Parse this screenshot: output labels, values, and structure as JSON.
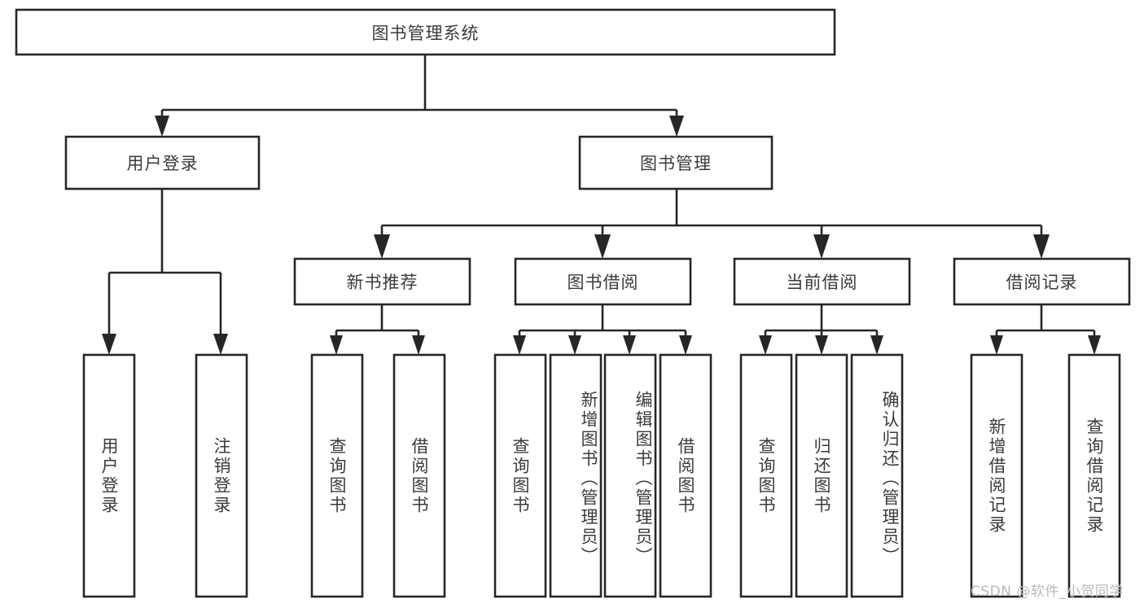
{
  "diagram": {
    "type": "tree",
    "title": "图书管理系统",
    "root": {
      "id": "root",
      "label": "图书管理系统",
      "orientation": "horizontal"
    },
    "level2": [
      {
        "id": "user-login",
        "label": "用户登录",
        "orientation": "horizontal"
      },
      {
        "id": "book-management",
        "label": "图书管理",
        "orientation": "horizontal"
      }
    ],
    "level3": [
      {
        "id": "new-book-recommend",
        "label": "新书推荐",
        "parent": "book-management",
        "orientation": "horizontal"
      },
      {
        "id": "book-borrow",
        "label": "图书借阅",
        "parent": "book-management",
        "orientation": "horizontal"
      },
      {
        "id": "current-borrow",
        "label": "当前借阅",
        "parent": "book-management",
        "orientation": "horizontal"
      },
      {
        "id": "borrow-record",
        "label": "借阅记录",
        "parent": "book-management",
        "orientation": "horizontal"
      }
    ],
    "leaves": [
      {
        "id": "leaf-user-login",
        "label": "用户登录",
        "parent": "user-login",
        "orientation": "vertical",
        "align": "center"
      },
      {
        "id": "leaf-logout-login",
        "label": "注销登录",
        "parent": "user-login",
        "orientation": "vertical",
        "align": "center"
      },
      {
        "id": "leaf-query-book-1",
        "label": "查询图书",
        "parent": "new-book-recommend",
        "orientation": "vertical",
        "align": "center"
      },
      {
        "id": "leaf-borrow-book-1",
        "label": "借阅图书",
        "parent": "new-book-recommend",
        "orientation": "vertical",
        "align": "center"
      },
      {
        "id": "leaf-query-book-2",
        "label": "查询图书",
        "parent": "book-borrow",
        "orientation": "vertical",
        "align": "center"
      },
      {
        "id": "leaf-add-book",
        "label": "新增图书（管理员）",
        "parent": "book-borrow",
        "orientation": "vertical",
        "align": "top"
      },
      {
        "id": "leaf-edit-book",
        "label": "编辑图书（管理员）",
        "parent": "book-borrow",
        "orientation": "vertical",
        "align": "top"
      },
      {
        "id": "leaf-borrow-book-2",
        "label": "借阅图书",
        "parent": "book-borrow",
        "orientation": "vertical",
        "align": "center"
      },
      {
        "id": "leaf-query-book-3",
        "label": "查询图书",
        "parent": "current-borrow",
        "orientation": "vertical",
        "align": "center"
      },
      {
        "id": "leaf-return-book",
        "label": "归还图书",
        "parent": "current-borrow",
        "orientation": "vertical",
        "align": "center"
      },
      {
        "id": "leaf-confirm-return",
        "label": "确认归还（管理员）",
        "parent": "current-borrow",
        "orientation": "vertical",
        "align": "top"
      },
      {
        "id": "leaf-add-record",
        "label": "新增借阅记录",
        "parent": "borrow-record",
        "orientation": "vertical",
        "align": "center"
      },
      {
        "id": "leaf-query-record",
        "label": "查询借阅记录",
        "parent": "borrow-record",
        "orientation": "vertical",
        "align": "center"
      }
    ],
    "colors": {
      "stroke": "#262626",
      "box_fill": "#ffffff",
      "text": "#3b3b3b",
      "background": "#ffffff",
      "watermark": "#b9b9b9"
    }
  },
  "watermark": {
    "text": "CSDN @软件_小贺同学"
  }
}
